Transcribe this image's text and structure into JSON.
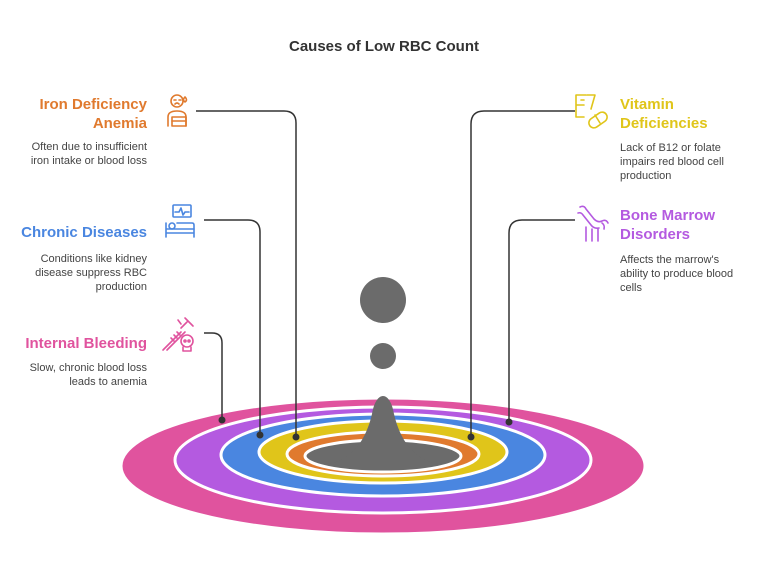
{
  "title": "Causes of Low RBC Count",
  "colors": {
    "orange": "#E07A2E",
    "blue": "#4A86E0",
    "pink": "#E0539E",
    "yellow": "#E0C51A",
    "purple": "#B45AE0",
    "gray": "#6B6B6B"
  },
  "causes": {
    "iron": {
      "label": "Iron Deficiency Anemia",
      "label_line1": "Iron Deficiency",
      "label_line2": "Anemia",
      "desc_line1": "Often due to insufficient",
      "desc_line2": "iron intake or blood loss",
      "icon": "sick-person-icon"
    },
    "chronic": {
      "label": "Chronic Diseases",
      "desc_line1": "Conditions like kidney",
      "desc_line2": "disease suppress RBC",
      "desc_line3": "production",
      "icon": "hospital-bed-icon"
    },
    "bleeding": {
      "label": "Internal Bleeding",
      "desc_line1": "Slow, chronic blood loss",
      "desc_line2": "leads to anemia",
      "icon": "syringe-skull-icon"
    },
    "vitamin": {
      "label": "Vitamin Deficiencies",
      "label_line1": "Vitamin",
      "label_line2": "Deficiencies",
      "desc_line1": "Lack of B12 or folate",
      "desc_line2": "impairs red blood cell",
      "desc_line3": "production",
      "icon": "vitamin-pill-icon"
    },
    "marrow": {
      "label": "Bone Marrow Disorders",
      "label_line1": "Bone Marrow",
      "label_line2": "Disorders",
      "desc_line1": "Affects the marrow's",
      "desc_line2": "ability to produce blood",
      "desc_line3": "cells",
      "icon": "bone-joint-icon"
    }
  }
}
